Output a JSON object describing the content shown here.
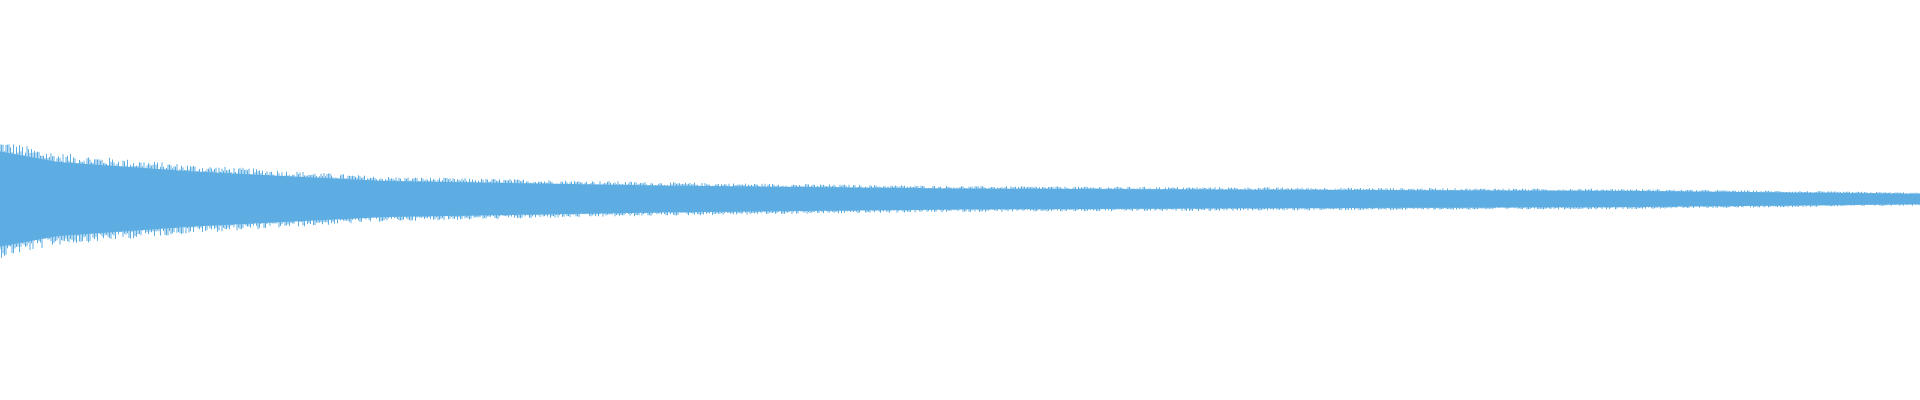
{
  "waveform": {
    "color": "#5dade2",
    "background": "#ffffff",
    "envelope": {
      "description_of_shape": "decaying",
      "amplitude_keyframes": [
        {
          "t": 0.0,
          "a": 1.0
        },
        {
          "t": 0.03,
          "a": 0.78
        },
        {
          "t": 0.1,
          "a": 0.58
        },
        {
          "t": 0.2,
          "a": 0.38
        },
        {
          "t": 0.35,
          "a": 0.28
        },
        {
          "t": 0.5,
          "a": 0.22
        },
        {
          "t": 0.7,
          "a": 0.19
        },
        {
          "t": 0.85,
          "a": 0.17
        },
        {
          "t": 0.95,
          "a": 0.13
        },
        {
          "t": 1.0,
          "a": 0.11
        }
      ]
    }
  }
}
